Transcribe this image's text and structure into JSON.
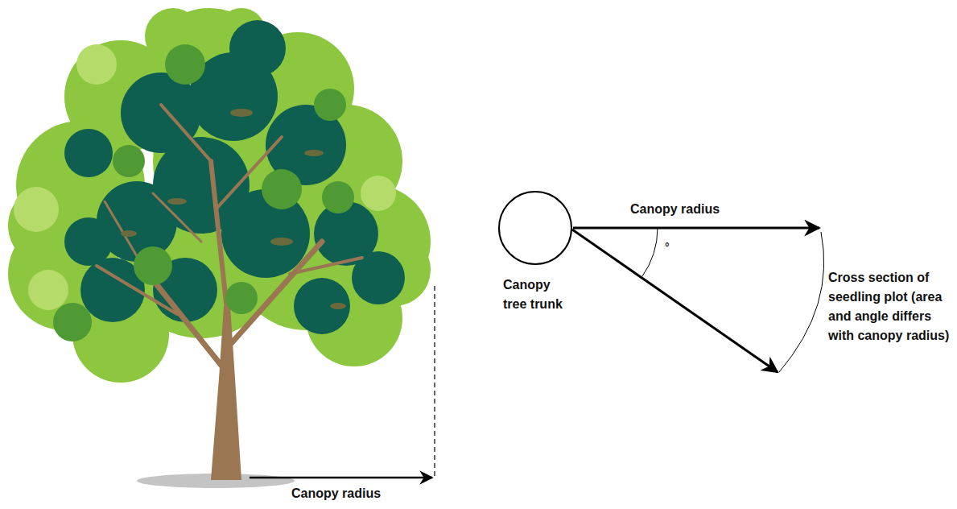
{
  "diagram": {
    "nodes": [
      {
        "text": [
          "Canopy tree trunk"
        ]
      }
    ],
    "labels": [
      "Canopy radius",
      "Canopy radius",
      "°",
      "Cross section of seedling plot (area and angle differs with canopy radius)"
    ]
  }
}
